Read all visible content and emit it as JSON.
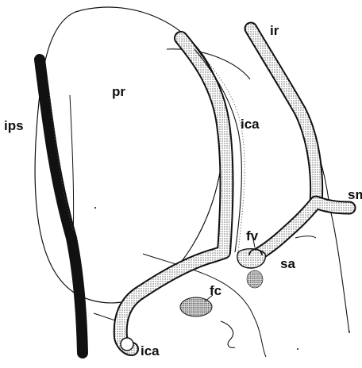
{
  "labels": {
    "ips": "ips",
    "pr": "pr",
    "ir": "ir",
    "ica_upper": "ica",
    "sm": "sm",
    "fv": "fv",
    "sa": "sa",
    "fc": "fc",
    "ica_lower": "ica"
  }
}
